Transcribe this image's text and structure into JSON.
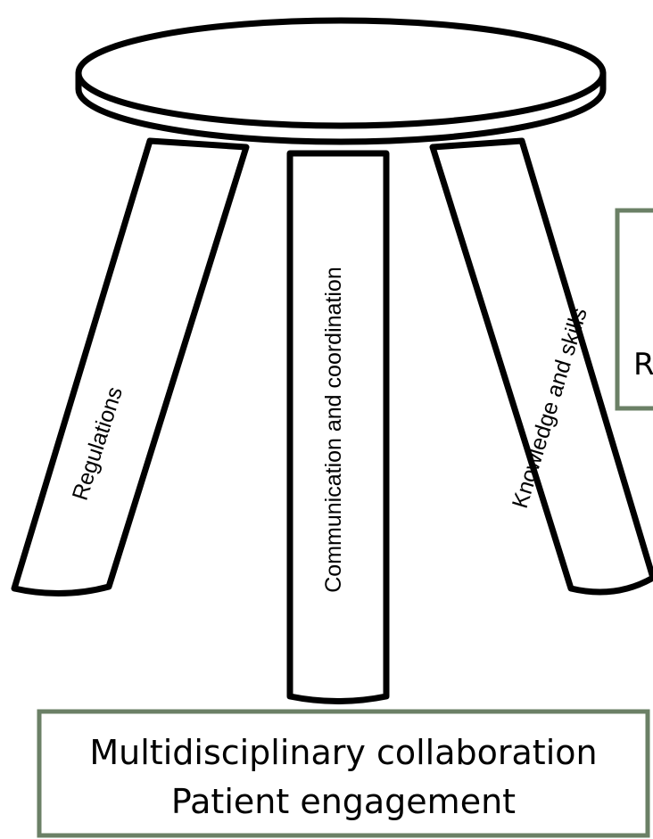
{
  "stool": {
    "legs": [
      {
        "label": "Regulations"
      },
      {
        "label": "Communication and coordination"
      },
      {
        "label": "Knowledge and skills"
      }
    ]
  },
  "bottom_box": {
    "line1": "Multidisciplinary collaboration",
    "line2": "Patient engagement"
  },
  "right_box": {
    "visible_text": "R"
  },
  "colors": {
    "outline": "#000000",
    "box_border": "#6b8066",
    "fill": "#ffffff"
  }
}
